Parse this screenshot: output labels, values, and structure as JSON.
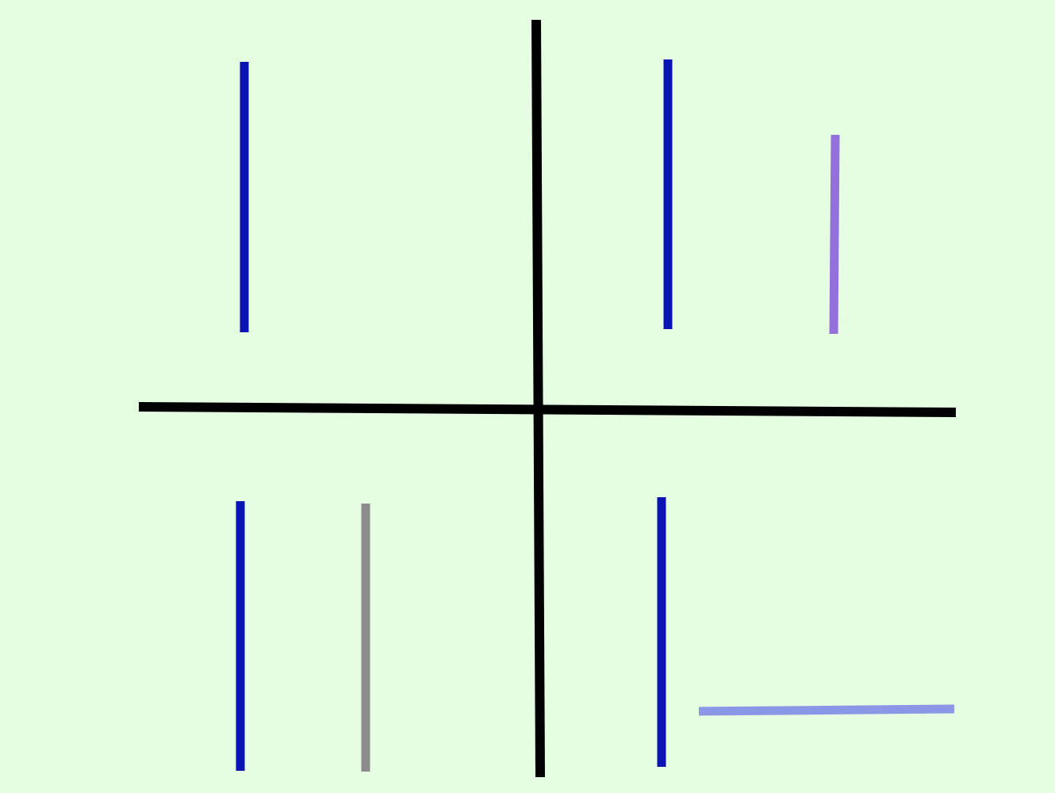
{
  "background_color": "#e5fde1",
  "axes": {
    "color": "#000000",
    "vertical": {
      "name": "vertical-axis-line"
    },
    "horizontal": {
      "name": "horizontal-axis-line"
    }
  },
  "segments": [
    {
      "name": "upper-left-blue-segment",
      "color": "#0a14b4",
      "orientation": "vertical"
    },
    {
      "name": "upper-right-blue-segment",
      "color": "#0a14b4",
      "orientation": "vertical"
    },
    {
      "name": "upper-right-purple-segment",
      "color": "#9370db",
      "orientation": "vertical"
    },
    {
      "name": "lower-left-blue-segment",
      "color": "#0a14b4",
      "orientation": "vertical"
    },
    {
      "name": "lower-left-gray-segment",
      "color": "#8c8c8c",
      "orientation": "vertical"
    },
    {
      "name": "lower-right-blue-segment",
      "color": "#0a14b4",
      "orientation": "vertical"
    },
    {
      "name": "lower-right-lightblue-segment",
      "color": "#8c96e6",
      "orientation": "horizontal"
    }
  ]
}
